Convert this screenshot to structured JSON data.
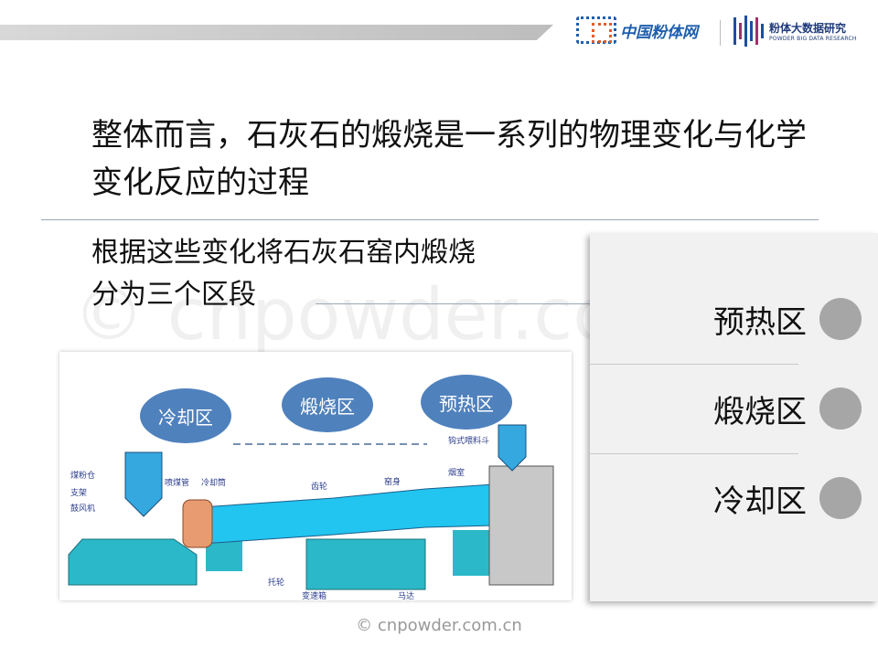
{
  "header": {
    "logo_left_text": "中国粉体网",
    "logo_right_title": "粉体大数据研究",
    "logo_right_sub": "POWDER BIG DATA RESEARCH"
  },
  "main": {
    "heading": "整体而言，石灰石的煅烧是一系列的物理变化与化学变化反应的过程",
    "subheading_line1": "根据这些变化将石灰石窑内煅烧",
    "subheading_line2": "分为三个区段"
  },
  "zones": [
    {
      "label": "预热区"
    },
    {
      "label": "煅烧区"
    },
    {
      "label": "冷却区"
    }
  ],
  "diagram": {
    "zones": [
      "冷却区",
      "煅烧区",
      "预热区"
    ],
    "labels": [
      "煤粉仓",
      "支架",
      "鼓风机",
      "喷煤管",
      "冷却筒",
      "齿轮",
      "窑身",
      "钩式喂料斗",
      "烟室",
      "托轮",
      "变速箱",
      "马达"
    ]
  },
  "watermark": "© cnpowder.com.cn",
  "footer": "© cnpowder.com.cn"
}
